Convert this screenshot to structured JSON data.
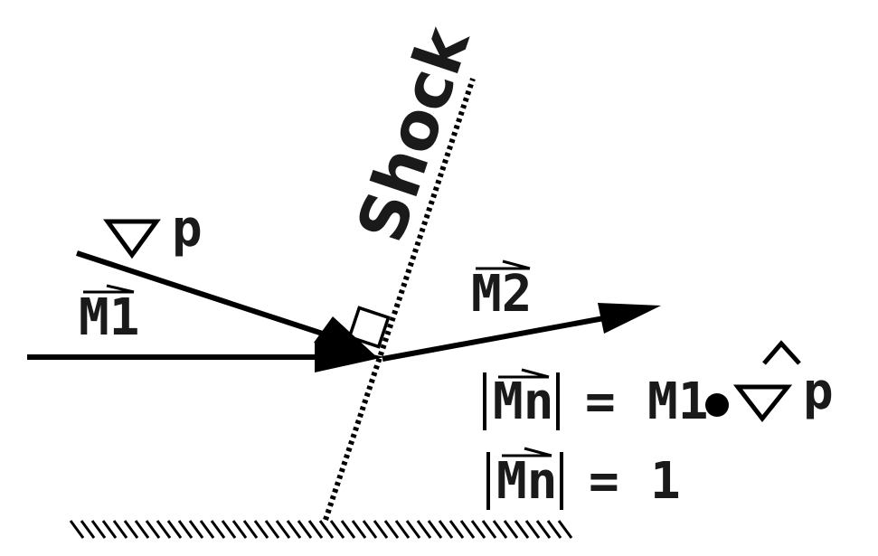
{
  "shock_label": "Shock",
  "labels": {
    "grad_p_var": "p",
    "m1": "M1",
    "m2": "M2"
  },
  "equations": {
    "mn_symbol": "Mn",
    "eq1_rhs_m": "M1",
    "eq1_rhs_p": "p",
    "eq2_rhs": "1",
    "equals": "="
  },
  "colors": {
    "ink": "#000000",
    "text": "#1a1a1a",
    "background": "#ffffff"
  },
  "icons": [
    "nabla-icon",
    "hat-icon",
    "dot-product-icon",
    "right-angle-icon",
    "vector-arrow-icon"
  ]
}
